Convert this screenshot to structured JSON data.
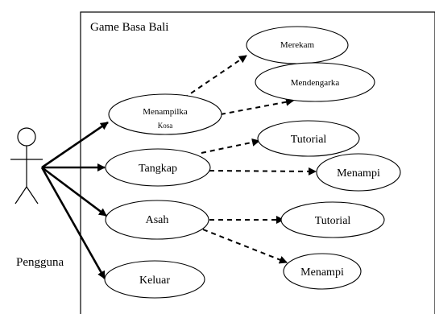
{
  "system": {
    "title": "Game Basa Bali"
  },
  "actor": {
    "name": "Pengguna"
  },
  "use_cases": {
    "menampilkan": {
      "line1": "Menampilka",
      "line2": "Kosa"
    },
    "merekam": "Merekam",
    "mendengarkan": "Mendengarka",
    "tangkap": "Tangkap",
    "tutorial_tangkap": "Tutorial",
    "menampilkan_tangkap": "Menampi",
    "asah": "Asah",
    "tutorial_asah": "Tutorial",
    "menampilkan_asah": "Menampi",
    "keluar": "Keluar"
  }
}
